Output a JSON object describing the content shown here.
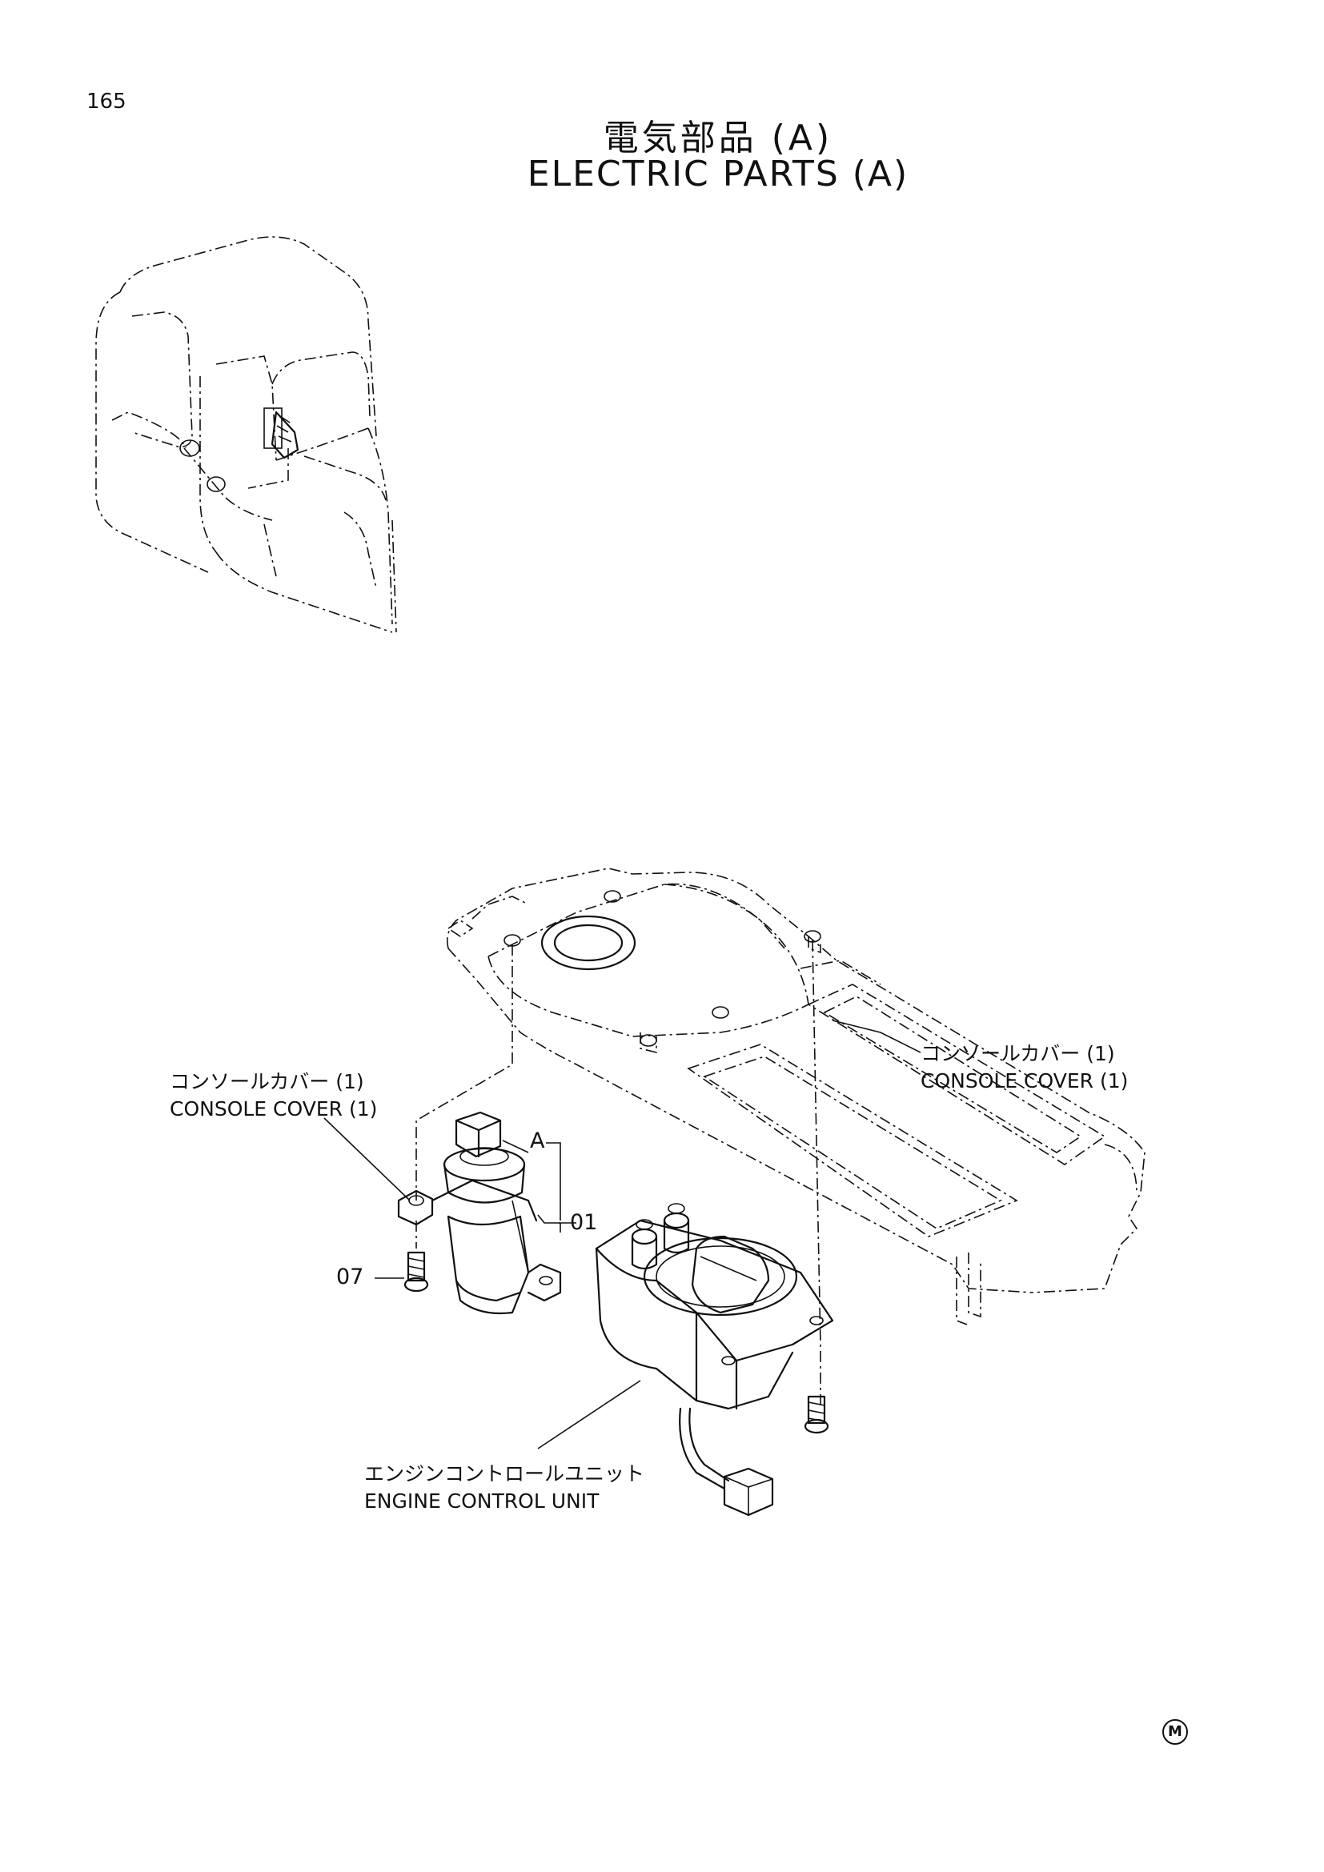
{
  "page": {
    "number": "165",
    "title_jp": "電気部品 (A)",
    "title_en": "ELECTRIC PARTS (A)"
  },
  "labels": {
    "console_cover_right": {
      "jp": "コンソールカバー (1)",
      "en": "CONSOLE COVER (1)"
    },
    "console_cover_left": {
      "jp": "コンソールカバー (1)",
      "en": "CONSOLE COVER (1)"
    },
    "engine_control_unit": {
      "jp": "エンジンコントロールユニット",
      "en": "ENGINE CONTROL UNIT"
    }
  },
  "callouts": {
    "key_switch_assembly": "A",
    "key_switch": "01",
    "screw": "07"
  },
  "mark": "M",
  "icons": {
    "cab": "excavator-cab-icon",
    "console": "console-cover-icon",
    "key_switch": "key-switch-icon",
    "ecu": "engine-control-unit-icon",
    "screw": "screw-icon"
  }
}
